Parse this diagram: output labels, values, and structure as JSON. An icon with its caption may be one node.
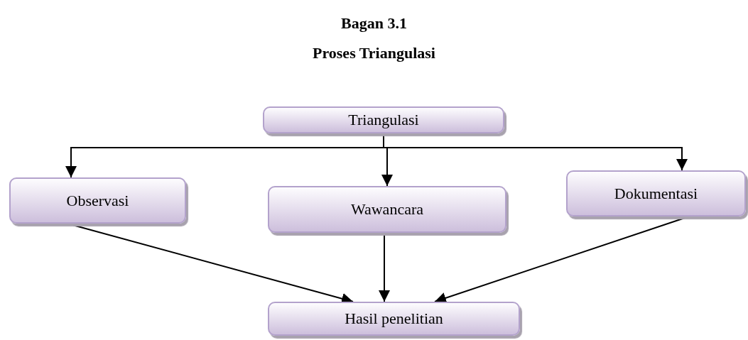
{
  "diagram": {
    "title": "Bagan 3.1",
    "labels": [
      "Proses Triangulasi"
    ],
    "nodes": [
      {
        "text": [
          "Triangulasi"
        ]
      },
      {
        "text": [
          "Observasi"
        ]
      },
      {
        "text": [
          "Wawancara"
        ]
      },
      {
        "text": [
          "Dokumentasi"
        ]
      },
      {
        "text": [
          "Hasil penelitian"
        ]
      }
    ],
    "edges": [
      {
        "from": 0,
        "to": 1,
        "arrow": "to"
      },
      {
        "from": 0,
        "to": 2,
        "arrow": "to"
      },
      {
        "from": 0,
        "to": 3,
        "arrow": "to"
      },
      {
        "from": 1,
        "to": 4,
        "arrow": "to"
      },
      {
        "from": 2,
        "to": 4,
        "arrow": "to"
      },
      {
        "from": 3,
        "to": 4,
        "arrow": "to"
      }
    ]
  }
}
